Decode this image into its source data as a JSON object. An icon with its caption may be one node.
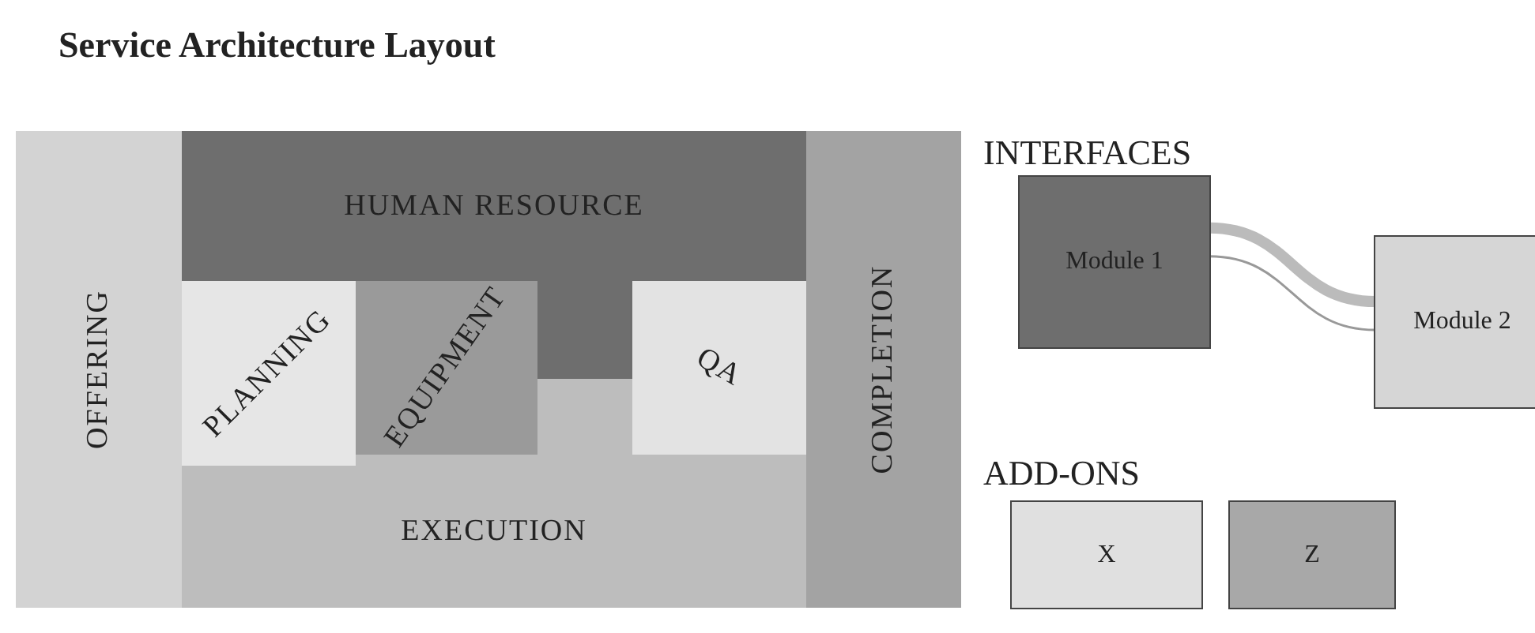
{
  "diagram": {
    "title": "Service Architecture Layout",
    "nodes": [
      {
        "text": [
          "OFFERING"
        ]
      },
      {
        "text": [
          "HUMAN RESOURCE"
        ]
      },
      {
        "text": [
          "PLANNING"
        ]
      },
      {
        "text": [
          "EQUIPMENT"
        ]
      },
      {
        "text": [
          "QA"
        ]
      },
      {
        "text": [
          "EXECUTION"
        ]
      },
      {
        "text": [
          "COMPLETION"
        ]
      },
      {
        "text": [
          "Module 1"
        ]
      },
      {
        "text": [
          "Module 2"
        ]
      },
      {
        "text": [
          "X"
        ]
      },
      {
        "text": [
          "Z"
        ]
      }
    ],
    "edges": [
      {
        "from": 7,
        "to": 8,
        "arrow": "none",
        "style": "thick",
        "color": "#bbbbbb"
      },
      {
        "from": 7,
        "to": 8,
        "arrow": "none"
      }
    ],
    "labels": [
      "INTERFACES",
      "ADD-ONS"
    ]
  }
}
